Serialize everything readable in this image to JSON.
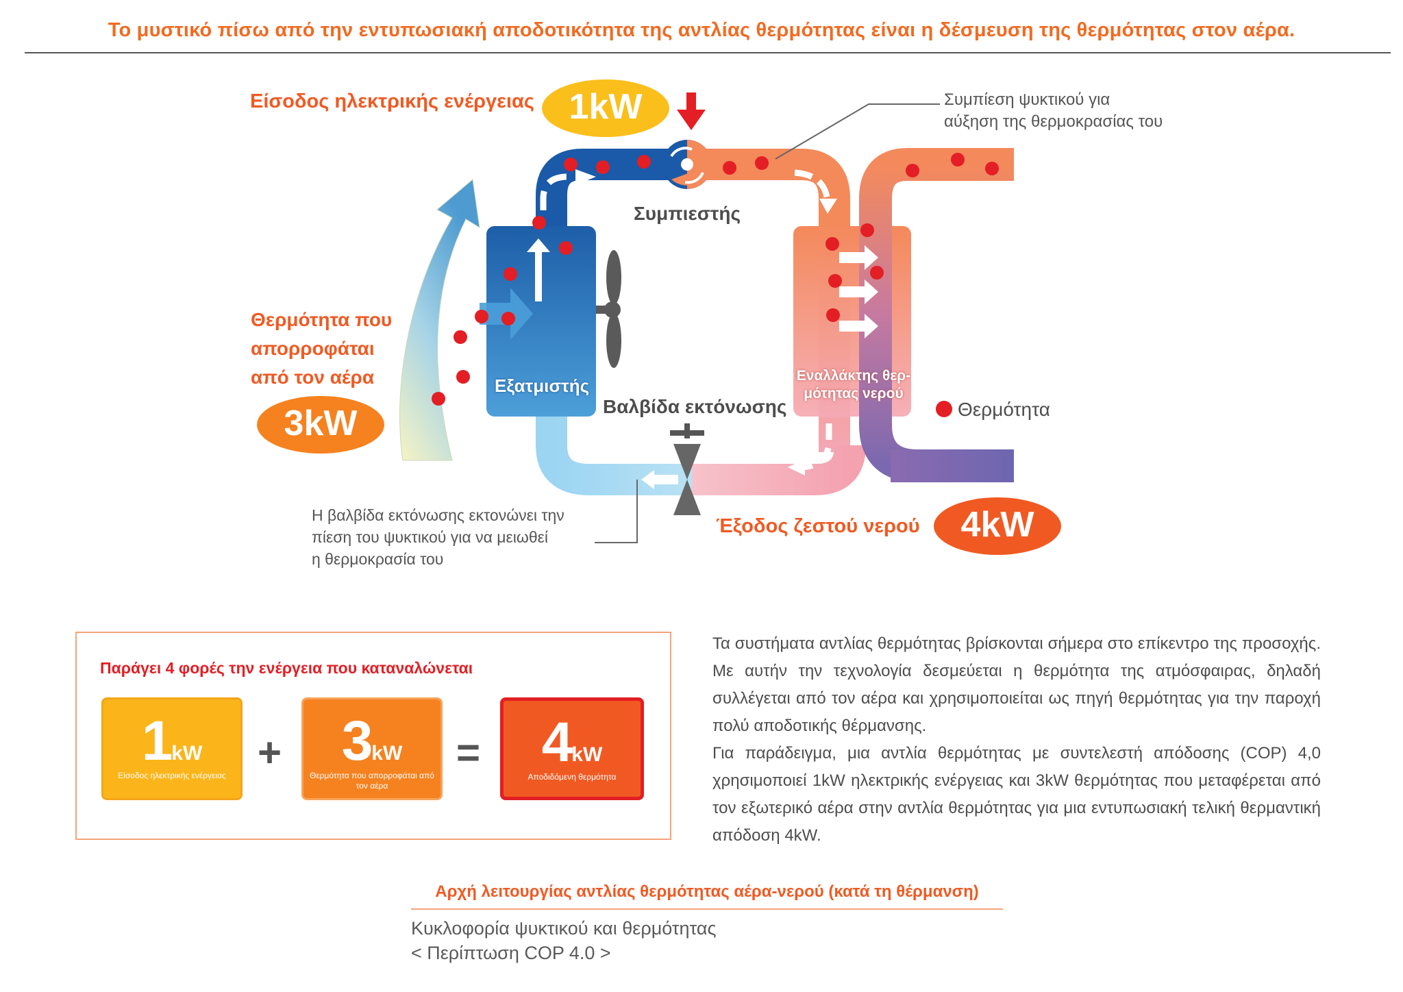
{
  "headline": "Το μυστικό πίσω από την εντυπωσιακή αποδοτικότητα της αντλίας θερμότητας είναι η δέσμευση της θερμότητας στον αέρα.",
  "diagram": {
    "electric_input_label": "Είσοδος ηλεκτρικής ενέργειας",
    "electric_input_value": "1kW",
    "compressor_label": "Συμπιεστής",
    "compression_note": [
      "Συμπίεση ψυκτικού για",
      "αύξηση της θερμοκρασίας του"
    ],
    "air_heat_label": [
      "Θερμότητα που",
      "απορροφάται",
      "από τον αέρα"
    ],
    "air_heat_value": "3kW",
    "evaporator_label": "Εξατμιστής",
    "exchanger_label": [
      "Εναλλάκτης θερ-",
      "μότητας νερού"
    ],
    "expansion_valve_label": "Βαλβίδα εκτόνωσης",
    "heat_legend": "Θερμότητα",
    "valve_note": [
      "Η βαλβίδα εκτόνωσης εκτονώνει την",
      "πίεση του ψυκτικού για να μειωθεί",
      "η θερμοκρασία του"
    ],
    "hot_water_label": "Έξοδος ζεστού νερού",
    "hot_water_value": "4kW"
  },
  "summary": {
    "title": "Παράγει 4 φορές την ενέργεια που καταναλώνεται",
    "tiles": [
      {
        "num": "1",
        "unit": "kW",
        "caption": "Είσοδος ηλεκτρικής ενέργειας",
        "color": "#f9b21b"
      },
      {
        "num": "3",
        "unit": "kW",
        "caption": "Θερμότητα που απορροφάται από τον αέρα",
        "color": "#f5821f"
      },
      {
        "num": "4",
        "unit": "kW",
        "caption": "Αποδιδόμενη θερμότητα",
        "color": "#f05a22"
      }
    ],
    "plus": "+",
    "equals": "="
  },
  "paragraph": [
    "Τα συστήματα αντλίας θερμότητας βρίσκονται σήμερα στο επίκεντρο της προσοχής. Με αυτήν την τεχνολογία δεσμεύεται η θερμότητα της ατμόσφαιρας, δηλαδή συλλέγεται από τον αέρα και χρησιμοποιείται ως πηγή θερμότητας για την παροχή πολύ αποδοτικής θέρμανσης.",
    "Για παράδειγμα, μια αντλία θερμότητας με συντελεστή απόδοσης (COP) 4,0 χρησιμοποιεί 1kW ηλεκτρικής ενέργειας και 3kW θερμότητας που μεταφέρεται από τον εξωτερικό αέρα στην αντλία θερμότητας για μια εντυπωσιακή τελική θερμαντική απόδοση 4kW."
  ],
  "subtitle": "Αρχή λειτουργίας αντλίας θερμότητας αέρα-νερού (κατά τη θέρμανση)",
  "footer_lines": [
    "Κυκλοφορία ψυκτικού και θερμότητας",
    "< Περίπτωση COP 4.0 >"
  ],
  "colors": {
    "accent_orange": "#f05a22",
    "heat_dot": "#e31e24",
    "cold_blue": "#1f5fa8",
    "hot_orange": "#f4956b"
  }
}
